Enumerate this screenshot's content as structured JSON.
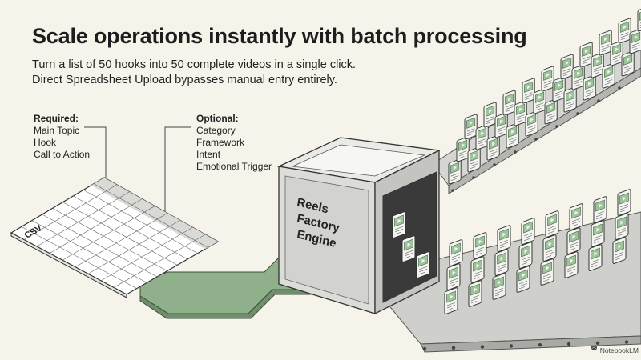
{
  "title": "Scale operations instantly with batch processing",
  "subtitle": [
    "Turn a list of 50 hooks into 50 complete videos in a single click.",
    "Direct Spreadsheet Upload bypasses manual entry entirely."
  ],
  "required": {
    "heading": "Required:",
    "items": [
      "Main Topic",
      "Hook",
      "Call to Action"
    ]
  },
  "optional": {
    "heading": "Optional:",
    "items": [
      "Category",
      "Framework",
      "Intent",
      "Emotional Trigger"
    ]
  },
  "spreadsheet": {
    "label": "CSV"
  },
  "machine": {
    "label": [
      "Reels",
      "Factory",
      "Engine"
    ]
  },
  "badge": {
    "icon": "notebooklm-icon",
    "label": "NotebookLM"
  },
  "colors": {
    "background": "#f5f3ea",
    "belt_green": "#8fb08a",
    "video_green": "#9cc39a",
    "machine": "#dcdcd8",
    "conveyor": "#c9c9c6"
  }
}
